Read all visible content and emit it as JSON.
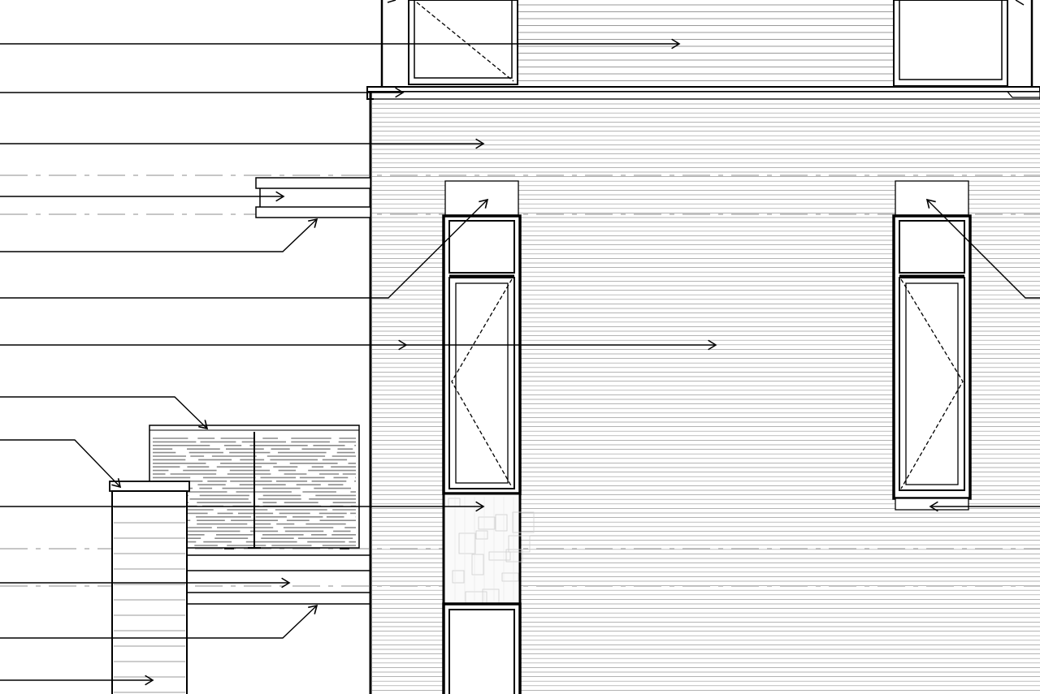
{
  "drawing": {
    "type": "building-elevation",
    "colors": {
      "background": "#ffffff",
      "linework": "#000000",
      "siding": "#9a9a9a",
      "hatch": "#8c8c8c",
      "level_lines": "#b4b4b4",
      "tile": "#cfcfcf"
    },
    "elements": [
      "upper-wall-siding",
      "eave-trim",
      "main-wall-siding",
      "window-left",
      "window-right",
      "window-left-lower",
      "tile-panel",
      "deck-guard",
      "hatched-fence-screen",
      "masonry-pier",
      "level-lines",
      "leader-arrows"
    ]
  }
}
